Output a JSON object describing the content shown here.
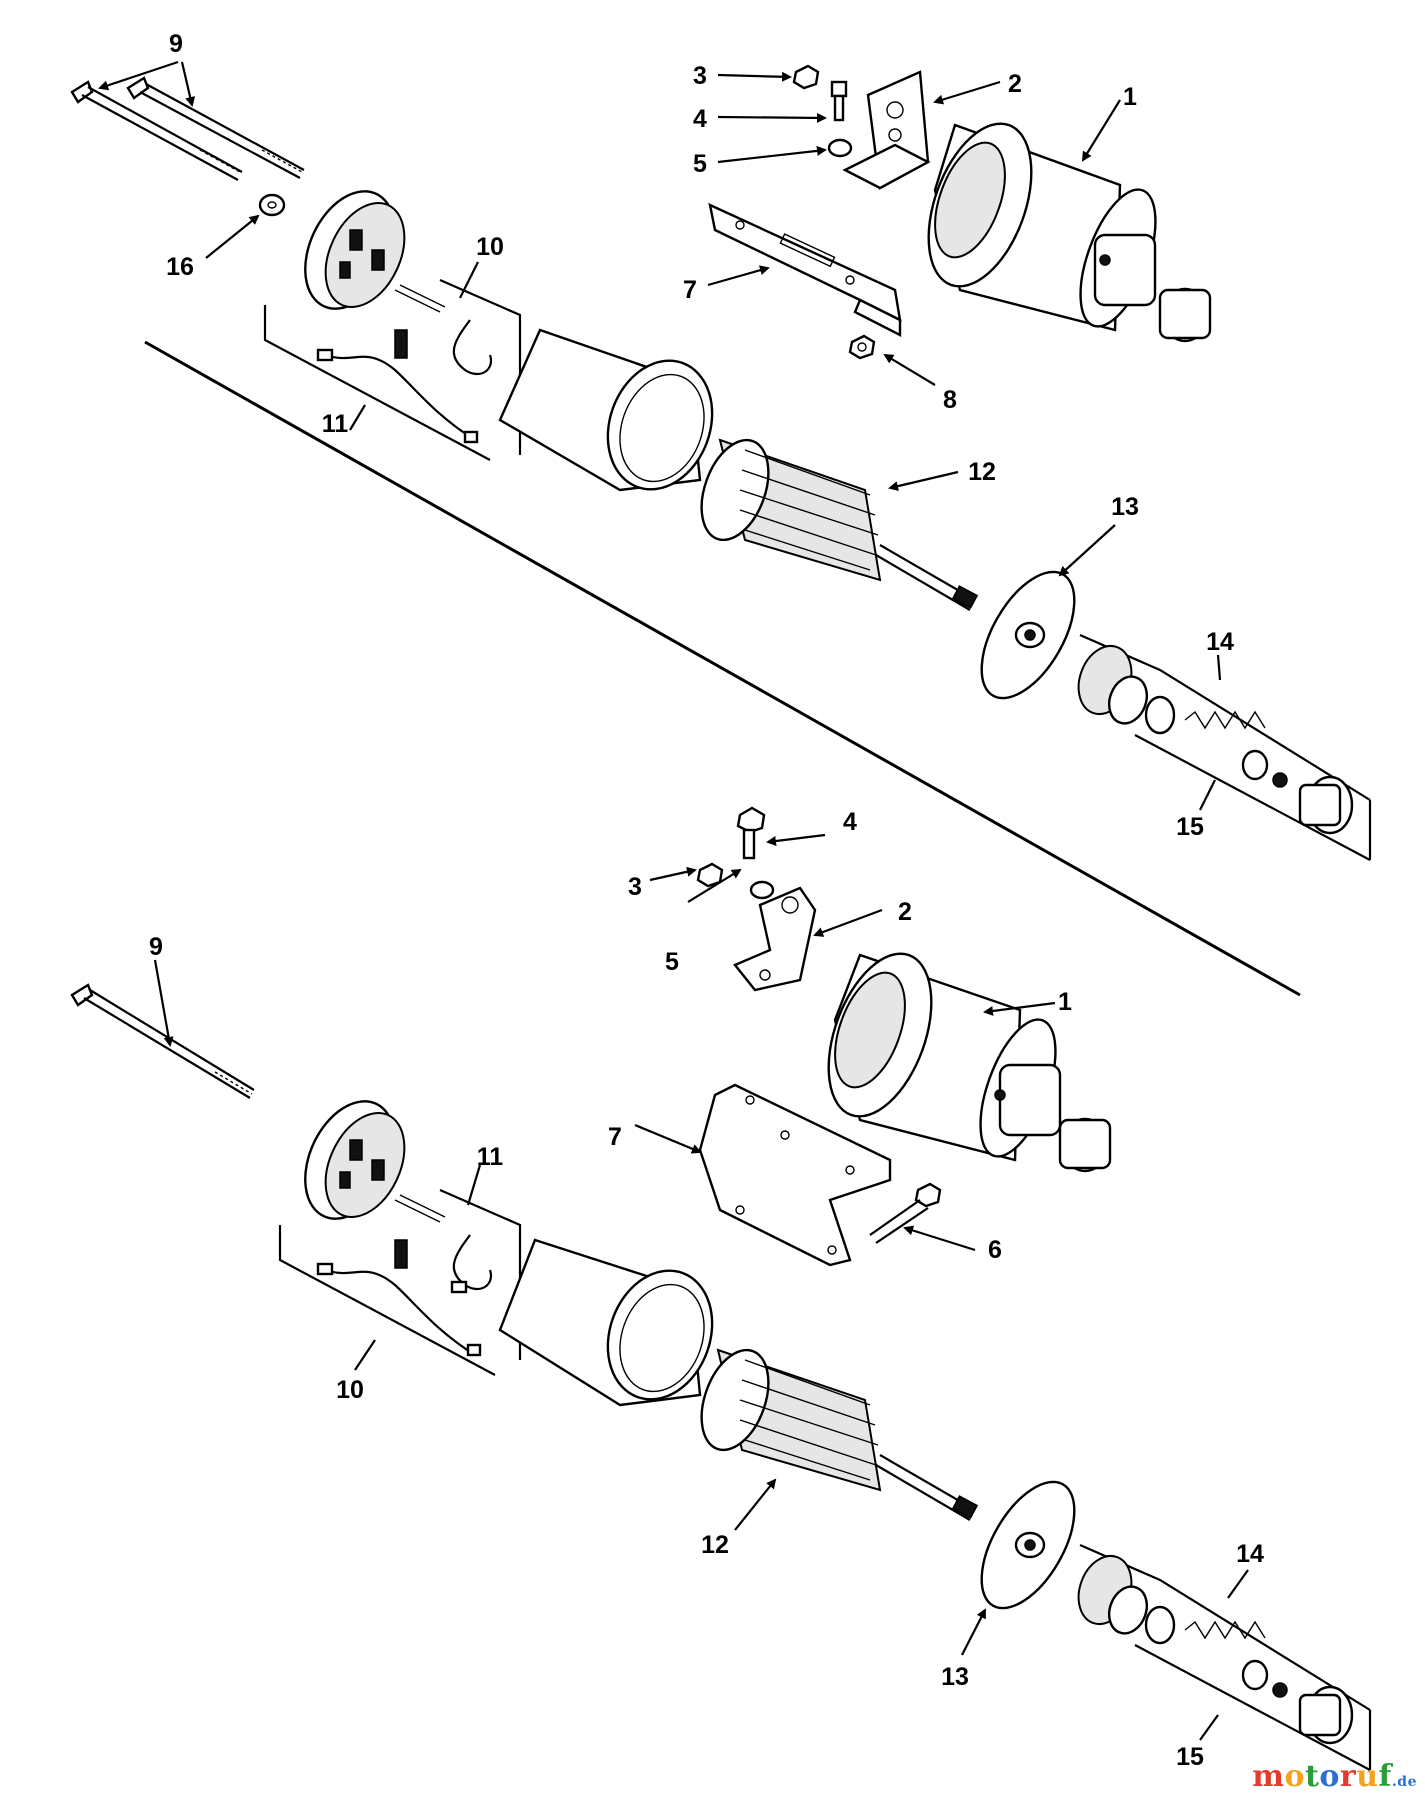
{
  "callouts": {
    "top": {
      "n1": "1",
      "n2": "2",
      "n3": "3",
      "n4": "4",
      "n5": "5",
      "n7": "7",
      "n8": "8",
      "n9": "9",
      "n10": "10",
      "n11": "11",
      "n12": "12",
      "n13": "13",
      "n14": "14",
      "n15": "15",
      "n16": "16"
    },
    "bottom": {
      "n1": "1",
      "n2": "2",
      "n3": "3",
      "n4": "4",
      "n5": "5",
      "n6": "6",
      "n7": "7",
      "n9": "9",
      "n10": "10",
      "n11": "11",
      "n12": "12",
      "n13": "13",
      "n14": "14",
      "n15": "15"
    }
  },
  "watermark": {
    "m": "m",
    "o": "o",
    "t": "t",
    "o2": "o",
    "r": "r",
    "u": "u",
    "f": "f",
    "tld": ".de"
  }
}
